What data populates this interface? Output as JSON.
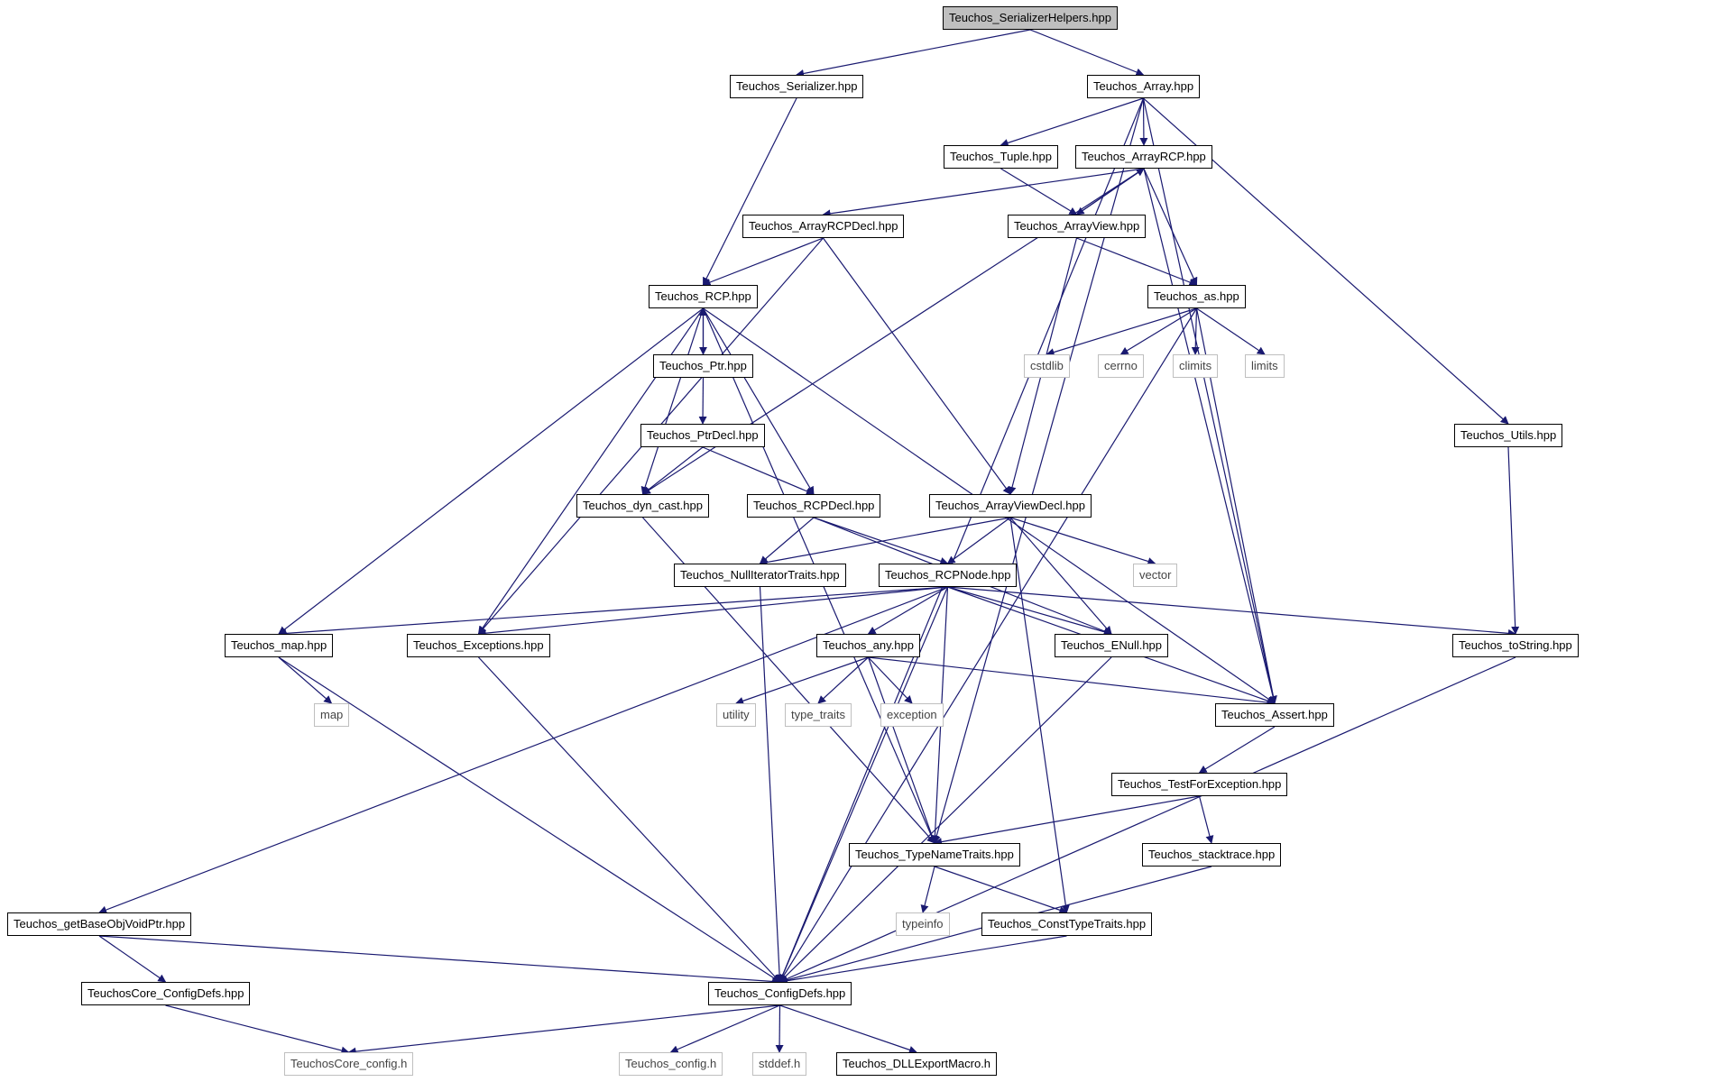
{
  "diagram": {
    "edge_color": "#191970",
    "nodes": [
      {
        "id": "SerializerHelpers",
        "label": "Teuchos_SerializerHelpers.hpp",
        "kind": "root"
      },
      {
        "id": "Serializer",
        "label": "Teuchos_Serializer.hpp",
        "kind": "file"
      },
      {
        "id": "Array",
        "label": "Teuchos_Array.hpp",
        "kind": "file"
      },
      {
        "id": "Tuple",
        "label": "Teuchos_Tuple.hpp",
        "kind": "file"
      },
      {
        "id": "ArrayRCP",
        "label": "Teuchos_ArrayRCP.hpp",
        "kind": "file"
      },
      {
        "id": "ArrayRCPDecl",
        "label": "Teuchos_ArrayRCPDecl.hpp",
        "kind": "file"
      },
      {
        "id": "ArrayView",
        "label": "Teuchos_ArrayView.hpp",
        "kind": "file"
      },
      {
        "id": "RCP",
        "label": "Teuchos_RCP.hpp",
        "kind": "file"
      },
      {
        "id": "as",
        "label": "Teuchos_as.hpp",
        "kind": "file"
      },
      {
        "id": "Ptr",
        "label": "Teuchos_Ptr.hpp",
        "kind": "file"
      },
      {
        "id": "cstdlib",
        "label": "cstdlib",
        "kind": "ext"
      },
      {
        "id": "cerrno",
        "label": "cerrno",
        "kind": "ext"
      },
      {
        "id": "climits",
        "label": "climits",
        "kind": "ext"
      },
      {
        "id": "limits",
        "label": "limits",
        "kind": "ext"
      },
      {
        "id": "Utils",
        "label": "Teuchos_Utils.hpp",
        "kind": "file"
      },
      {
        "id": "PtrDecl",
        "label": "Teuchos_PtrDecl.hpp",
        "kind": "file"
      },
      {
        "id": "dyn_cast",
        "label": "Teuchos_dyn_cast.hpp",
        "kind": "file"
      },
      {
        "id": "RCPDecl",
        "label": "Teuchos_RCPDecl.hpp",
        "kind": "file"
      },
      {
        "id": "ArrayViewDecl",
        "label": "Teuchos_ArrayViewDecl.hpp",
        "kind": "file"
      },
      {
        "id": "NullIteratorTraits",
        "label": "Teuchos_NullIteratorTraits.hpp",
        "kind": "file"
      },
      {
        "id": "RCPNode",
        "label": "Teuchos_RCPNode.hpp",
        "kind": "file"
      },
      {
        "id": "vector",
        "label": "vector",
        "kind": "ext"
      },
      {
        "id": "map_hpp",
        "label": "Teuchos_map.hpp",
        "kind": "file"
      },
      {
        "id": "Exceptions",
        "label": "Teuchos_Exceptions.hpp",
        "kind": "file"
      },
      {
        "id": "any",
        "label": "Teuchos_any.hpp",
        "kind": "file"
      },
      {
        "id": "ENull",
        "label": "Teuchos_ENull.hpp",
        "kind": "file"
      },
      {
        "id": "toString",
        "label": "Teuchos_toString.hpp",
        "kind": "file"
      },
      {
        "id": "map",
        "label": "map",
        "kind": "ext"
      },
      {
        "id": "utility",
        "label": "utility",
        "kind": "ext"
      },
      {
        "id": "type_traits",
        "label": "type_traits",
        "kind": "ext"
      },
      {
        "id": "exception",
        "label": "exception",
        "kind": "ext"
      },
      {
        "id": "Assert",
        "label": "Teuchos_Assert.hpp",
        "kind": "file"
      },
      {
        "id": "TestForException",
        "label": "Teuchos_TestForException.hpp",
        "kind": "file"
      },
      {
        "id": "TypeNameTraits",
        "label": "Teuchos_TypeNameTraits.hpp",
        "kind": "file"
      },
      {
        "id": "stacktrace",
        "label": "Teuchos_stacktrace.hpp",
        "kind": "file"
      },
      {
        "id": "getBaseObjVoidPtr",
        "label": "Teuchos_getBaseObjVoidPtr.hpp",
        "kind": "file"
      },
      {
        "id": "typeinfo",
        "label": "typeinfo",
        "kind": "ext"
      },
      {
        "id": "ConstTypeTraits",
        "label": "Teuchos_ConstTypeTraits.hpp",
        "kind": "file"
      },
      {
        "id": "CoreConfigDefs",
        "label": "TeuchosCore_ConfigDefs.hpp",
        "kind": "file"
      },
      {
        "id": "ConfigDefs",
        "label": "Teuchos_ConfigDefs.hpp",
        "kind": "file"
      },
      {
        "id": "Core_config",
        "label": "TeuchosCore_config.h",
        "kind": "ext"
      },
      {
        "id": "config",
        "label": "Teuchos_config.h",
        "kind": "ext"
      },
      {
        "id": "stddef",
        "label": "stddef.h",
        "kind": "ext"
      },
      {
        "id": "DLLExportMacro",
        "label": "Teuchos_DLLExportMacro.h",
        "kind": "file"
      }
    ],
    "edges": [
      [
        "SerializerHelpers",
        "Serializer"
      ],
      [
        "SerializerHelpers",
        "Array"
      ],
      [
        "Serializer",
        "RCP"
      ],
      [
        "Array",
        "TypeNameTraits"
      ],
      [
        "Array",
        "Tuple"
      ],
      [
        "Array",
        "ArrayRCP"
      ],
      [
        "Array",
        "Assert"
      ],
      [
        "Array",
        "Utils"
      ],
      [
        "Array",
        "ConfigDefs"
      ],
      [
        "Tuple",
        "ArrayView"
      ],
      [
        "ArrayRCP",
        "ArrayRCPDecl"
      ],
      [
        "ArrayRCP",
        "ArrayView"
      ],
      [
        "ArrayRCP",
        "as"
      ],
      [
        "ArrayRCP",
        "dyn_cast"
      ],
      [
        "ArrayRCP",
        "Assert"
      ],
      [
        "ArrayView",
        "ArrayRCP"
      ],
      [
        "ArrayView",
        "as"
      ],
      [
        "ArrayView",
        "ArrayViewDecl"
      ],
      [
        "ArrayRCPDecl",
        "RCP"
      ],
      [
        "ArrayRCPDecl",
        "ArrayViewDecl"
      ],
      [
        "ArrayRCPDecl",
        "Exceptions"
      ],
      [
        "RCP",
        "Ptr"
      ],
      [
        "RCP",
        "map_hpp"
      ],
      [
        "RCP",
        "Exceptions"
      ],
      [
        "RCP",
        "dyn_cast"
      ],
      [
        "RCP",
        "RCPDecl"
      ],
      [
        "RCP",
        "TypeNameTraits"
      ],
      [
        "RCP",
        "Assert"
      ],
      [
        "Ptr",
        "RCP"
      ],
      [
        "Ptr",
        "PtrDecl"
      ],
      [
        "PtrDecl",
        "dyn_cast"
      ],
      [
        "PtrDecl",
        "RCPDecl"
      ],
      [
        "as",
        "cstdlib"
      ],
      [
        "as",
        "cerrno"
      ],
      [
        "as",
        "climits"
      ],
      [
        "as",
        "limits"
      ],
      [
        "as",
        "Assert"
      ],
      [
        "as",
        "ConfigDefs"
      ],
      [
        "Utils",
        "toString"
      ],
      [
        "dyn_cast",
        "TypeNameTraits"
      ],
      [
        "RCPDecl",
        "NullIteratorTraits"
      ],
      [
        "RCPDecl",
        "RCPNode"
      ],
      [
        "RCPDecl",
        "ENull"
      ],
      [
        "ArrayViewDecl",
        "NullIteratorTraits"
      ],
      [
        "ArrayViewDecl",
        "RCPNode"
      ],
      [
        "ArrayViewDecl",
        "vector"
      ],
      [
        "ArrayViewDecl",
        "ENull"
      ],
      [
        "ArrayViewDecl",
        "ConstTypeTraits"
      ],
      [
        "NullIteratorTraits",
        "ConfigDefs"
      ],
      [
        "RCPNode",
        "getBaseObjVoidPtr"
      ],
      [
        "RCPNode",
        "map_hpp"
      ],
      [
        "RCPNode",
        "Exceptions"
      ],
      [
        "RCPNode",
        "any"
      ],
      [
        "RCPNode",
        "ENull"
      ],
      [
        "RCPNode",
        "Assert"
      ],
      [
        "RCPNode",
        "toString"
      ],
      [
        "RCPNode",
        "TypeNameTraits"
      ],
      [
        "RCPNode",
        "ConfigDefs"
      ],
      [
        "map_hpp",
        "map"
      ],
      [
        "map_hpp",
        "ConfigDefs"
      ],
      [
        "Exceptions",
        "ConfigDefs"
      ],
      [
        "any",
        "utility"
      ],
      [
        "any",
        "type_traits"
      ],
      [
        "any",
        "exception"
      ],
      [
        "any",
        "Assert"
      ],
      [
        "any",
        "TypeNameTraits"
      ],
      [
        "ENull",
        "ConfigDefs"
      ],
      [
        "toString",
        "ConfigDefs"
      ],
      [
        "Assert",
        "TestForException"
      ],
      [
        "TestForException",
        "TypeNameTraits"
      ],
      [
        "TestForException",
        "stacktrace"
      ],
      [
        "stacktrace",
        "ConfigDefs"
      ],
      [
        "TypeNameTraits",
        "typeinfo"
      ],
      [
        "TypeNameTraits",
        "ConstTypeTraits"
      ],
      [
        "ConstTypeTraits",
        "ConfigDefs"
      ],
      [
        "getBaseObjVoidPtr",
        "CoreConfigDefs"
      ],
      [
        "getBaseObjVoidPtr",
        "ConfigDefs"
      ],
      [
        "CoreConfigDefs",
        "Core_config"
      ],
      [
        "ConfigDefs",
        "Core_config"
      ],
      [
        "ConfigDefs",
        "config"
      ],
      [
        "ConfigDefs",
        "stddef"
      ],
      [
        "ConfigDefs",
        "DLLExportMacro"
      ]
    ]
  }
}
